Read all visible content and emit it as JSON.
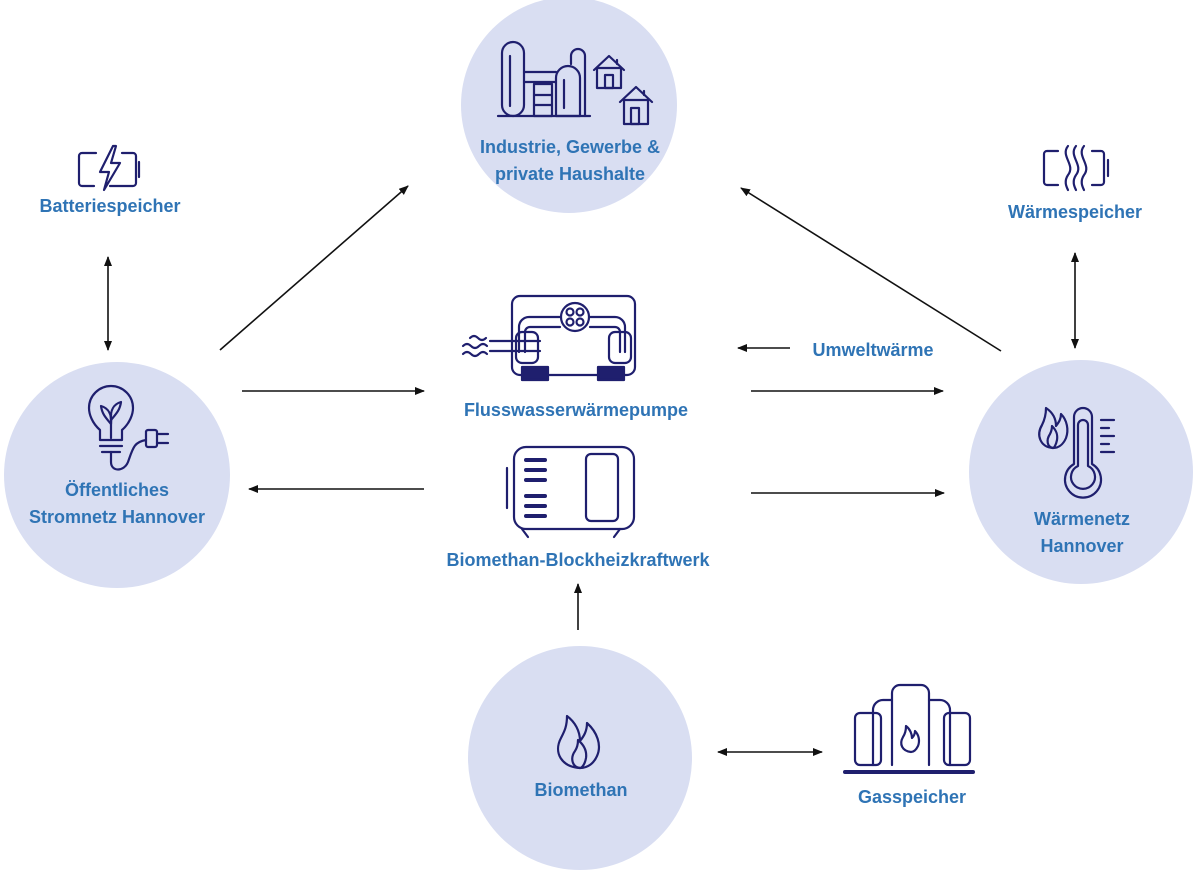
{
  "colors": {
    "circle_fill": "#d9def2",
    "icon_stroke": "#1f1f6e",
    "label_text": "#2f74b5",
    "arrow": "#111111"
  },
  "nodes": {
    "industrie": {
      "line1": "Industrie, Gewerbe &",
      "line2": "private Haushalte",
      "icon": "factory-houses-icon"
    },
    "stromnetz": {
      "line1": "Öffentliches",
      "line2": "Stromnetz Hannover",
      "icon": "lightbulb-plug-icon"
    },
    "waermenetz": {
      "line1": "Wärmenetz",
      "line2": "Hannover",
      "icon": "flame-thermometer-icon"
    },
    "biomethan": {
      "label": "Biomethan",
      "icon": "flame-icon"
    },
    "batteriespeicher": {
      "label": "Batteriespeicher",
      "icon": "battery-icon"
    },
    "waermespeicher": {
      "label": "Wärmespeicher",
      "icon": "heat-storage-icon"
    },
    "waermepumpe": {
      "label": "Flusswasserwärmepumpe",
      "icon": "heat-pump-icon"
    },
    "bhkw": {
      "label": "Biomethan-Blockheizkraftwerk",
      "icon": "chp-unit-icon"
    },
    "gasspeicher": {
      "label": "Gasspeicher",
      "icon": "gas-tanks-icon"
    },
    "umweltwaerme": {
      "label": "Umweltwärme"
    }
  }
}
